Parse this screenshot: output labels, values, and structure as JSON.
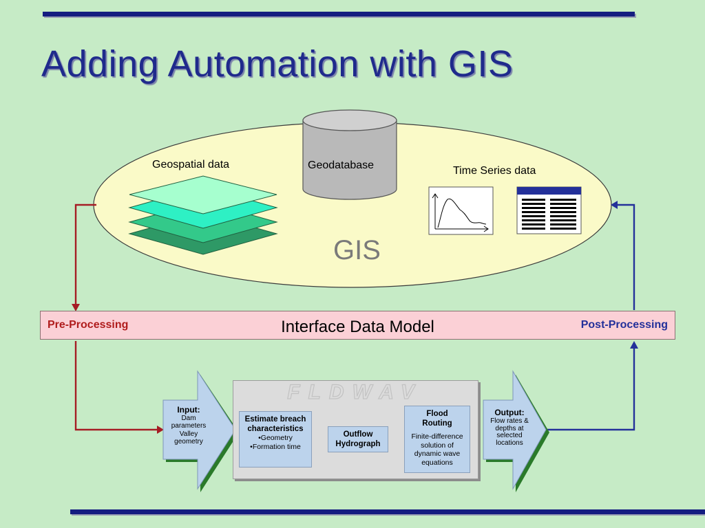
{
  "slide": {
    "title": "Adding Automation with GIS"
  },
  "gis": {
    "label": "GIS",
    "geospatial_label": "Geospatial data",
    "geodatabase_label": "Geodatabase",
    "timeseries_label": "Time Series data"
  },
  "interface": {
    "label": "Interface Data Model",
    "pre_processing": "Pre-Processing",
    "post_processing": "Post-Processing"
  },
  "fldwav": {
    "watermark": "FLDWAV",
    "input": {
      "heading": "Input:",
      "line1": "Dam parameters",
      "line2": "Valley geometry"
    },
    "breach": {
      "heading": "Estimate breach characteristics",
      "item1": "•Geometry",
      "item2": "•Formation time"
    },
    "hydrograph": {
      "heading": "Outflow Hydrograph"
    },
    "routing": {
      "heading": "Flood Routing",
      "body": "Finite-difference solution of dynamic wave equations"
    },
    "output": {
      "heading": "Output:",
      "body": "Flow rates & depths at selected locations"
    }
  },
  "colors": {
    "background": "#c6ebc6",
    "title": "#1f2a8c",
    "pre_arrow": "#a51c24",
    "post_arrow": "#23309a",
    "interface_fill": "#fbd0d6",
    "ellipse_fill": "#fafac8"
  }
}
